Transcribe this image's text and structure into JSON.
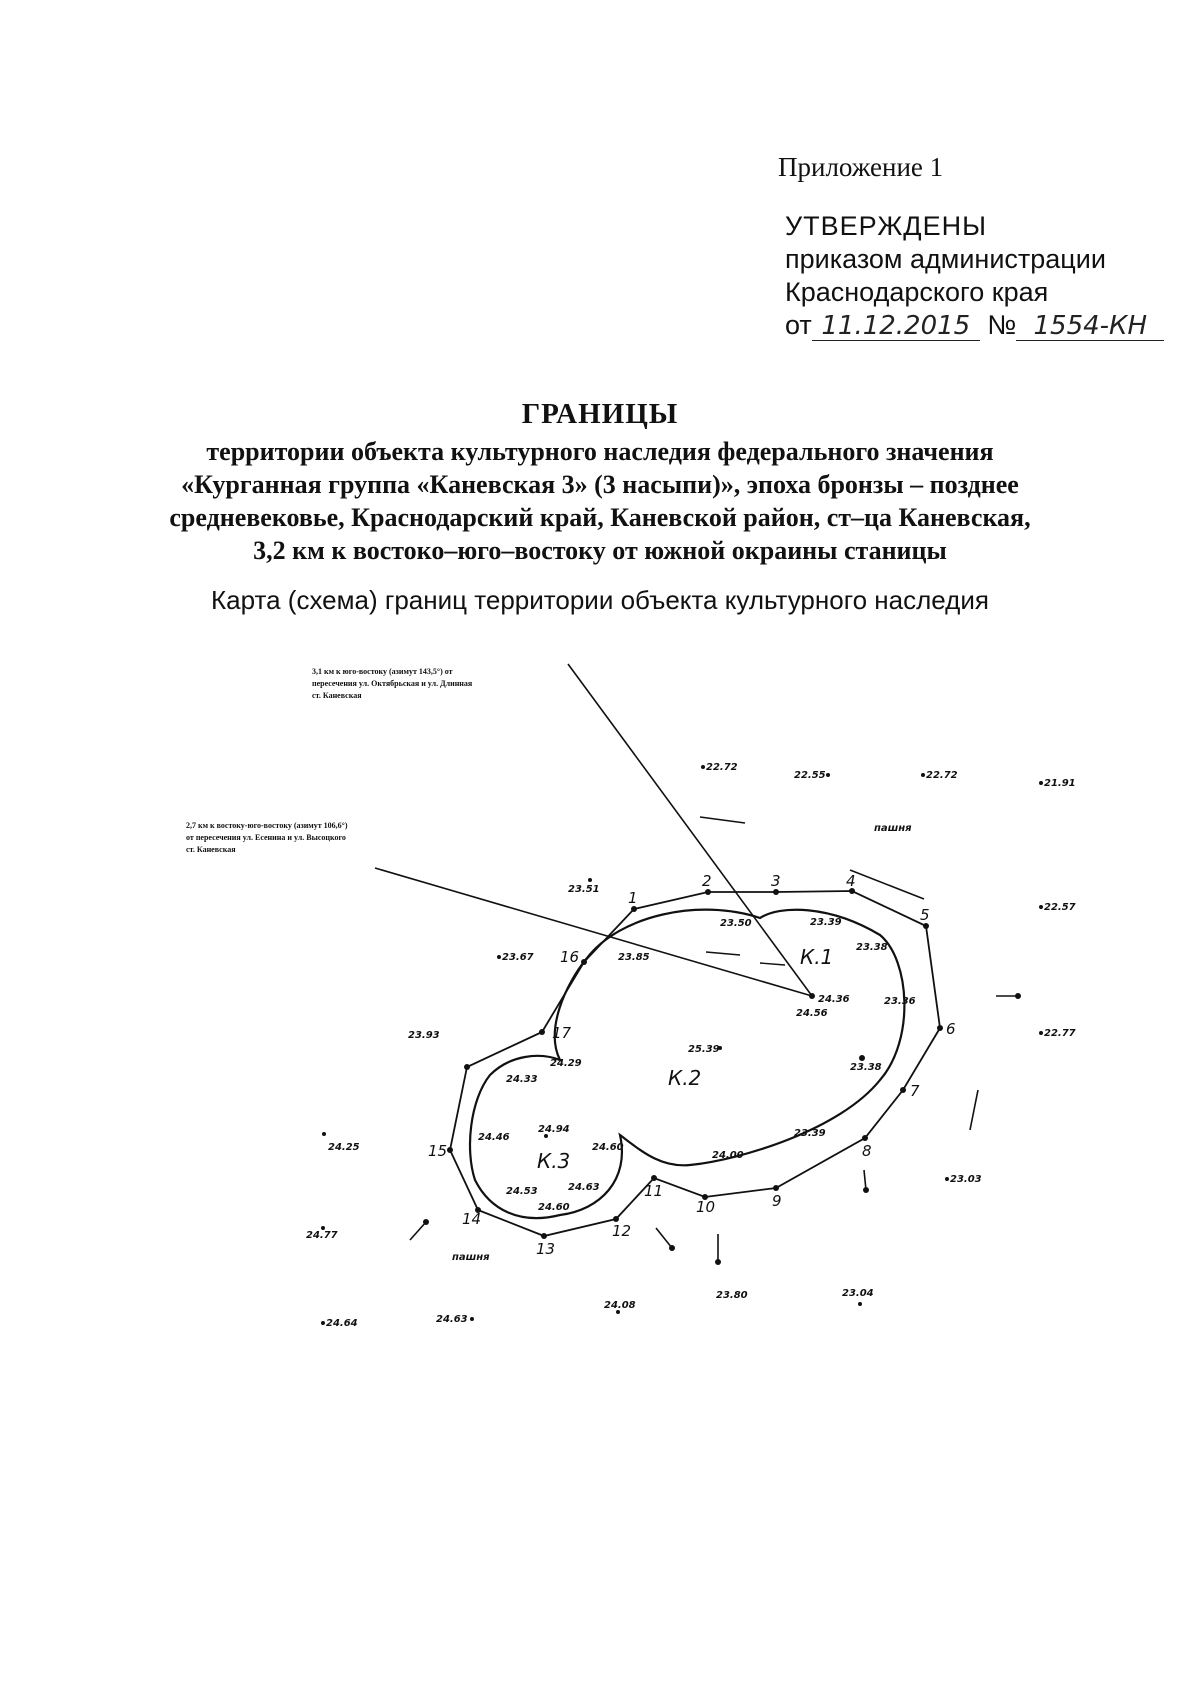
{
  "header": {
    "appendix": "Приложение 1",
    "approved": "УТВЕРЖДЕНЫ",
    "order_line1": "приказом администрации",
    "order_line2": "Краснодарского края",
    "date_prefix": "от",
    "date_value": "11.12.2015",
    "number_prefix": "№",
    "number_value": "1554-КН"
  },
  "title": {
    "heading": "ГРАНИЦЫ",
    "lines": [
      "территории объекта культурного наследия федерального значения",
      "«Курганная группа «Каневская 3» (3 насыпи)», эпоха бронзы – позднее",
      "средневековье, Краснодарский край, Каневской район, ст–ца Каневская,",
      "3,2 км к востоко–юго–востоку от южной окраины станицы"
    ]
  },
  "map": {
    "caption": "Карта (схема) границ территории объекта культурного наследия",
    "annotations": {
      "north": [
        "3,1 км к юго-востоку (азимут 143,5°) от",
        "пересечения ул. Октябрьская и ул. Длинная",
        "ст. Каневская"
      ],
      "west": [
        "2,7 км к востоку-юго-востоку (азимут 106,6°)",
        "от пересечения ул. Есенина и ул. Высоцкого",
        "ст. Каневская"
      ]
    },
    "mounds": [
      "К.1",
      "К.2",
      "К.3"
    ],
    "field_label": "пашня",
    "boundary_points": [
      "1",
      "2",
      "3",
      "4",
      "5",
      "6",
      "7",
      "8",
      "9",
      "10",
      "11",
      "12",
      "13",
      "14",
      "15",
      "16",
      "17"
    ],
    "elevations": {
      "e2272a": "22.72",
      "e2255": "22.55",
      "e2272b": "22.72",
      "e2191": "21.91",
      "e2351": "23.51",
      "e2350": "23.50",
      "e2339a": "23.39",
      "e2338a": "23.38",
      "e2257": "22.57",
      "e2367": "23.67",
      "e2385": "23.85",
      "e2436": "24.36",
      "e2456": "24.56",
      "e2336": "23.36",
      "e2393": "23.93",
      "e2539": "25.39",
      "e2429": "24.29",
      "e2433": "24.33",
      "e2338b": "23.38",
      "e2277": "22.77",
      "e2425": "24.25",
      "e2446": "24.46",
      "e2494": "24.94",
      "e2460a": "24.60",
      "e2400": "24.00",
      "e2339b": "23.39",
      "e2303": "23.03",
      "e2453": "24.53",
      "e2463a": "24.63",
      "e2460b": "24.60",
      "e2477": "24.77",
      "e2408": "24.08",
      "e2380": "23.80",
      "e2304": "23.04",
      "e2464": "24.64",
      "e2463b": "24.63"
    }
  }
}
